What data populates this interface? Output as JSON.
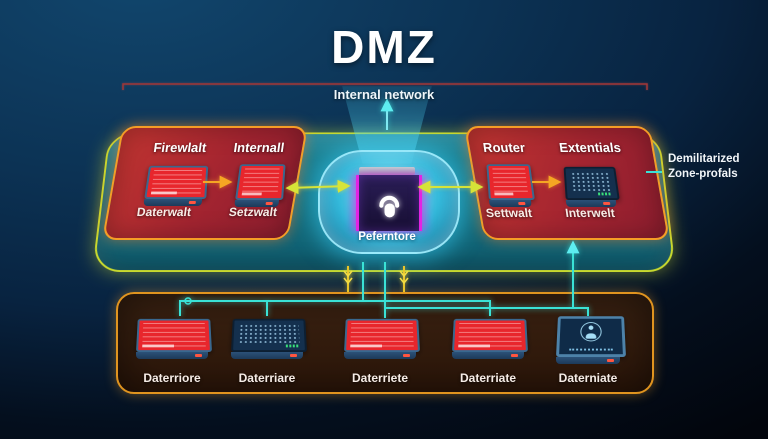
{
  "title": "DMZ",
  "subtitle": "Internal network",
  "side_note": {
    "line1": "Demilitarized",
    "line2": "Zone-profals"
  },
  "dmz_platform": {
    "left_panel": {
      "devices": [
        {
          "name": "Firewlalt",
          "caption": "Daterwalt",
          "type": "red-screen"
        },
        {
          "name": "Internall",
          "caption": "Setzwalt",
          "type": "red-screen"
        }
      ]
    },
    "right_panel": {
      "devices": [
        {
          "name": "Router",
          "caption": "Settwalt",
          "type": "red-screen"
        },
        {
          "name": "Extentials",
          "caption": "Interwelt",
          "type": "switch"
        }
      ]
    },
    "center_node": {
      "label": "Peferntore",
      "icon": "padlock-icon"
    }
  },
  "bottom_panel": {
    "devices": [
      {
        "label": "Daterriore",
        "type": "red-screen"
      },
      {
        "label": "Daterriare",
        "type": "switch"
      },
      {
        "label": "Daterriete",
        "type": "red-screen"
      },
      {
        "label": "Daterriate",
        "type": "red-screen"
      },
      {
        "label": "Daterniate",
        "type": "monitor-user"
      }
    ]
  },
  "colors": {
    "background_top": "#11466d",
    "background_bottom": "#02050c",
    "platform_fill": "#15707f",
    "platform_border": "#c9da2e",
    "panel_fill": "#a32430",
    "panel_border": "#f59d26",
    "bottom_panel_fill": "#2c1609",
    "bottom_panel_border": "#e0941f",
    "cyan_line": "#3ae2d6",
    "yellow_arrow": "#d6e438",
    "orange_arrow": "#f5a623",
    "magenta_edge": "#e322e3",
    "node_glow": "#32c8f0",
    "title_rule": "#a03737"
  }
}
